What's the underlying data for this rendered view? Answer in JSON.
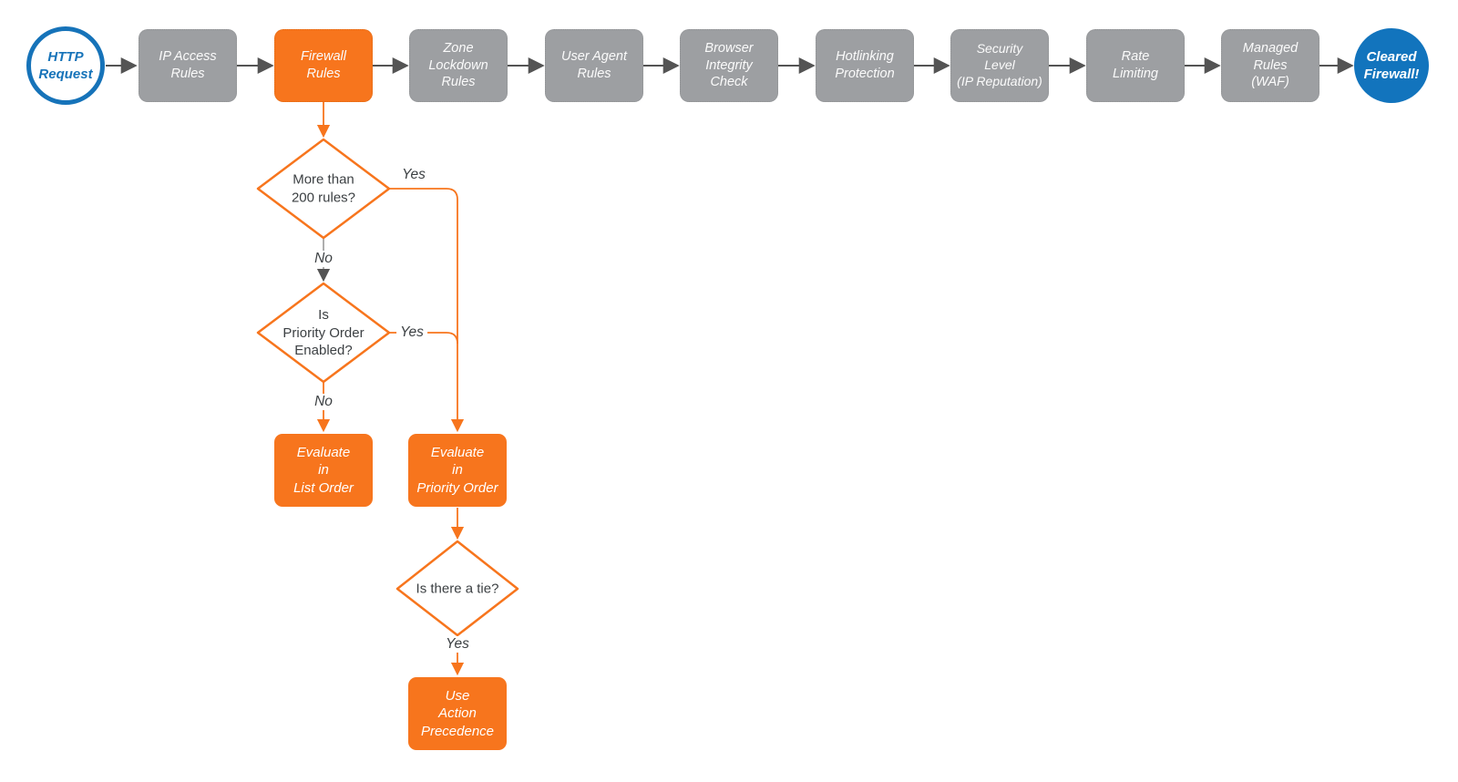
{
  "colors": {
    "orange": "#f7751d",
    "gray": "#9d9fa2",
    "blue": "#1274bd",
    "blue_border": "#1673b9",
    "arrow": "#545454",
    "text_dark": "#3c4043",
    "white": "#ffffff"
  },
  "flow": {
    "start": {
      "label": "HTTP\nRequest"
    },
    "steps": [
      {
        "label": "IP Access\nRules"
      },
      {
        "label": "Firewall\nRules"
      },
      {
        "label": "Zone\nLockdown\nRules"
      },
      {
        "label": "User Agent\nRules"
      },
      {
        "label": "Browser\nIntegrity\nCheck"
      },
      {
        "label": "Hotlinking\nProtection"
      },
      {
        "label": "Security\nLevel\n(IP Reputation)"
      },
      {
        "label": "Rate\nLimiting"
      },
      {
        "label": "Managed\nRules\n(WAF)"
      }
    ],
    "end": {
      "label": "Cleared\nFirewall!"
    }
  },
  "decisions": [
    {
      "label": "More than\n200 rules?"
    },
    {
      "label": "Is\nPriority Order\nEnabled?"
    },
    {
      "label": "Is there a tie?"
    }
  ],
  "actions": [
    {
      "label": "Evaluate\nin\nList Order"
    },
    {
      "label": "Evaluate\nin\nPriority Order"
    },
    {
      "label": "Use\nAction\nPrecedence"
    }
  ],
  "edge_labels": {
    "d1_yes": "Yes",
    "d1_no": "No",
    "d2_yes": "Yes",
    "d2_no": "No",
    "d3_yes": "Yes"
  }
}
